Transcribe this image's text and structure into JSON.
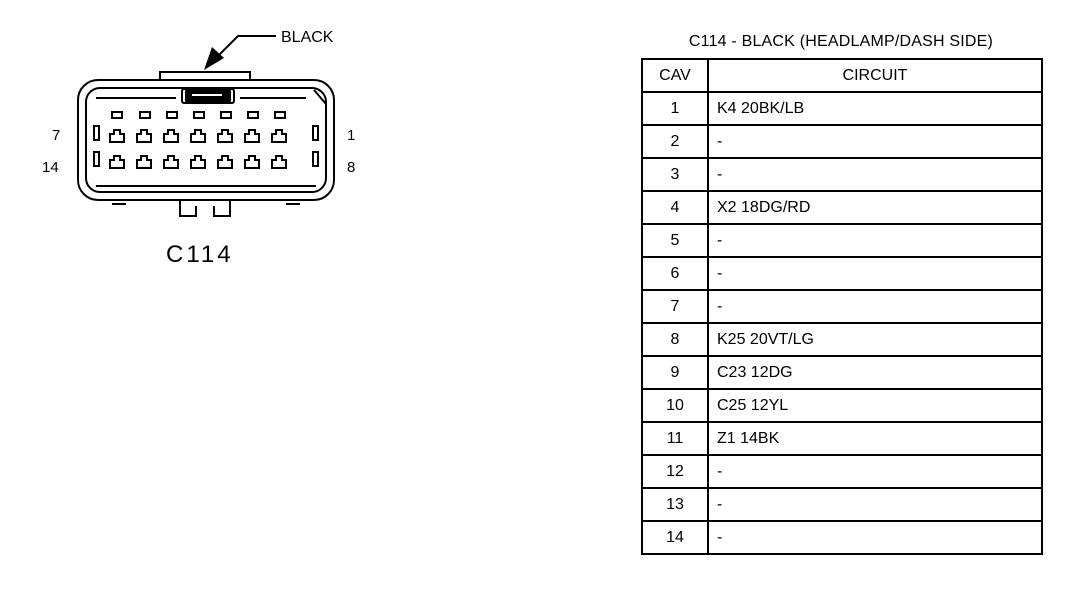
{
  "connector": {
    "color_callout": "BLACK",
    "name": "C114",
    "pin_labels": {
      "top_left": "7",
      "bottom_left": "14",
      "top_right": "1",
      "bottom_right": "8"
    }
  },
  "table": {
    "title": "C114 - BLACK (HEADLAMP/DASH SIDE)",
    "headers": {
      "cav": "CAV",
      "circuit": "CIRCUIT"
    },
    "rows": [
      {
        "cav": "1",
        "circuit": "K4 20BK/LB"
      },
      {
        "cav": "2",
        "circuit": "-"
      },
      {
        "cav": "3",
        "circuit": "-"
      },
      {
        "cav": "4",
        "circuit": "X2 18DG/RD"
      },
      {
        "cav": "5",
        "circuit": "-"
      },
      {
        "cav": "6",
        "circuit": "-"
      },
      {
        "cav": "7",
        "circuit": "-"
      },
      {
        "cav": "8",
        "circuit": "K25 20VT/LG"
      },
      {
        "cav": "9",
        "circuit": "C23 12DG"
      },
      {
        "cav": "10",
        "circuit": "C25 12YL"
      },
      {
        "cav": "11",
        "circuit": "Z1 14BK"
      },
      {
        "cav": "12",
        "circuit": "-"
      },
      {
        "cav": "13",
        "circuit": "-"
      },
      {
        "cav": "14",
        "circuit": "-"
      }
    ]
  }
}
